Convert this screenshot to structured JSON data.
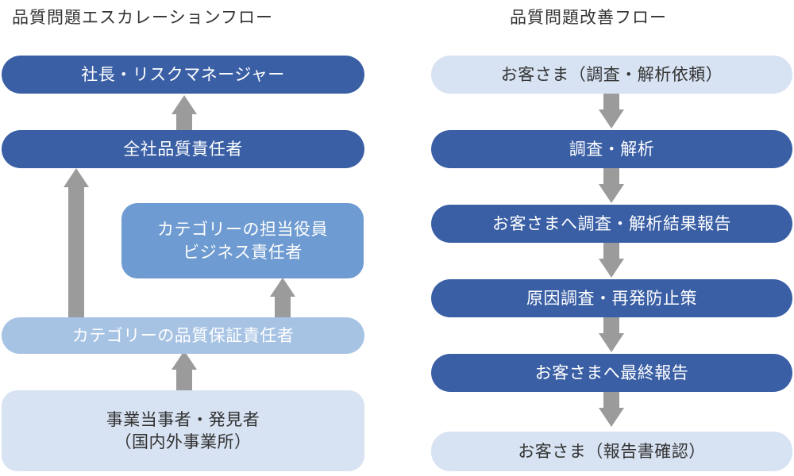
{
  "left": {
    "title": "品質問題エスカレーションフロー",
    "boxes": [
      {
        "lines": [
          "社長・リスクマネージャー"
        ]
      },
      {
        "lines": [
          "全社品質責任者"
        ]
      },
      {
        "lines": [
          "カテゴリーの担当役員",
          "ビジネス責任者"
        ]
      },
      {
        "lines": [
          "カテゴリーの品質保証責任者"
        ]
      },
      {
        "lines": [
          "事業当事者・発見者",
          "（国内外事業所）"
        ]
      }
    ]
  },
  "right": {
    "title": "品質問題改善フロー",
    "boxes": [
      {
        "lines": [
          "お客さま（調査・解析依頼）"
        ]
      },
      {
        "lines": [
          "調査・解析"
        ]
      },
      {
        "lines": [
          "お客さまへ調査・解析結果報告"
        ]
      },
      {
        "lines": [
          "原因調査・再発防止策"
        ]
      },
      {
        "lines": [
          "お客さまへ最終報告"
        ]
      },
      {
        "lines": [
          "お客さま（報告書確認）"
        ]
      }
    ]
  },
  "colors": {
    "dark": "#3a5fa5",
    "mid": "#6e9bd1",
    "light": "#a7c3e4",
    "pale": "#d7e2f2",
    "arrow": "#9b9b9b"
  }
}
